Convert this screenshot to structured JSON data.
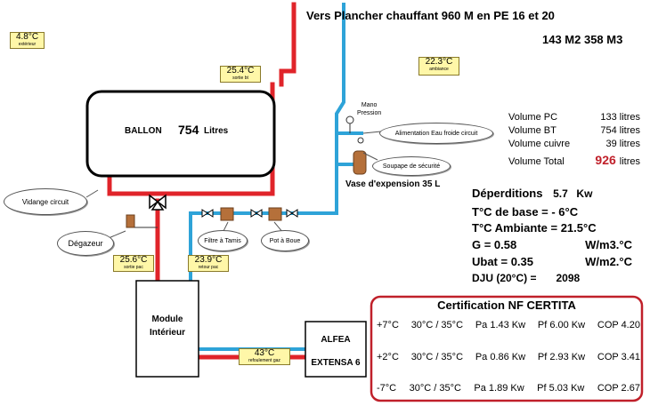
{
  "header": {
    "title": "Vers Plancher chauffant 960 M en PE 16  et  20",
    "subtitle": "143 M2 358 M3"
  },
  "temps": {
    "exterieur": {
      "value": "4.8°C",
      "label": "extérieur"
    },
    "sortie_ballon": {
      "value": "25.4°C",
      "label": "sortie bt"
    },
    "ambiance": {
      "value": "22.3°C",
      "label": "ambiance"
    },
    "sortie_pac": {
      "value": "25.6°C",
      "label": "sortie pac"
    },
    "retour_pac": {
      "value": "23.9°C",
      "label": "retour pac"
    },
    "refoulement": {
      "value": "43°C",
      "label": "refoulement gaz"
    }
  },
  "ballon": {
    "label": "BALLON",
    "volume": "754",
    "unit": "Litres"
  },
  "labels": {
    "vidange": "Vidange circuit",
    "degazeur": "Dégazeur",
    "filtre": "Filtre à Tamis",
    "pot": "Pot à Boue",
    "mano_line1": "Mano",
    "mano_line2": "Pression",
    "alimentation": "Alimentation Eau froide circuit",
    "soupape": "Soupape de sécurité",
    "vase": "Vase d'expension 35 L",
    "module_line1": "Module",
    "module_line2": "Intérieur",
    "alfea_line1": "ALFEA",
    "alfea_line2": "EXTENSA 6"
  },
  "volumes": [
    {
      "label": "Volume PC",
      "value": "133 litres"
    },
    {
      "label": "Volume BT",
      "value": "754 litres"
    },
    {
      "label": "Volume cuivre",
      "value": "39 litres"
    }
  ],
  "volume_total": {
    "label": "Volume Total",
    "value": "926",
    "unit": "litres"
  },
  "params": {
    "deperditions_label": "Déperditions",
    "deperditions_value": "5.7",
    "deperditions_unit": "Kw",
    "tbase": "T°C de base = - 6°C",
    "tamb": "T°C Ambiante = 21.5°C",
    "g_label": "G = 0.58",
    "g_unit": "W/m3.°C",
    "ubat_label": "Ubat = 0.35",
    "ubat_unit": "W/m2.°C",
    "dju_label": "DJU (20°C) =",
    "dju_value": "2098"
  },
  "certification": {
    "title": "Certification NF CERTITA",
    "rows": [
      {
        "ext": "+7°C",
        "water": "30°C / 35°C",
        "pa": "Pa 1.43 Kw",
        "pf": "Pf 6.00 Kw",
        "cop": "COP 4.20"
      },
      {
        "ext": "+2°C",
        "water": "30°C / 35°C",
        "pa": "Pa 0.86 Kw",
        "pf": "Pf 2.93 Kw",
        "cop": "COP 3.41"
      },
      {
        "ext": "-7°C",
        "water": "30°C / 35°C",
        "pa": "Pa 1.89 Kw",
        "pf": "Pf 5.03 Kw",
        "cop": "COP 2.67"
      }
    ]
  },
  "colors": {
    "hot": "#e0242a",
    "cold": "#2ea3d8",
    "tag_bg": "#fff7a8",
    "vase": "#b5703a",
    "total": "#c0202a"
  }
}
